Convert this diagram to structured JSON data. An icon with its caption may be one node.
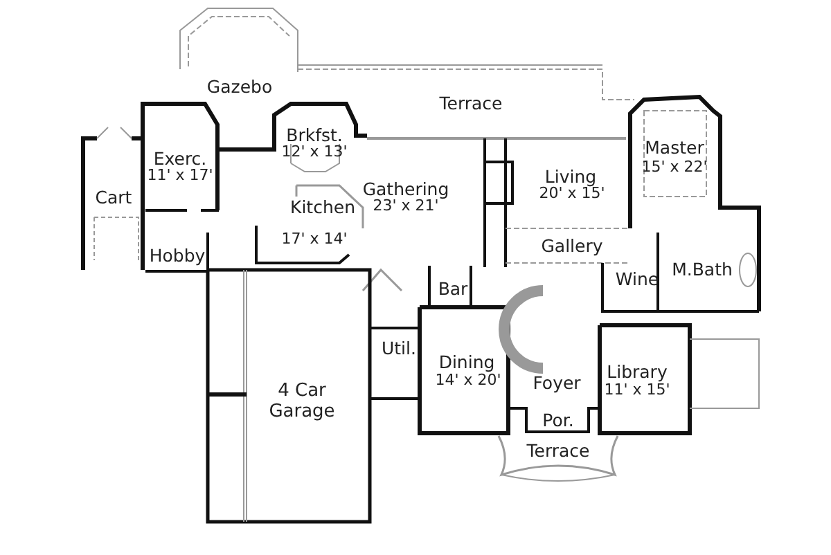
{
  "diagram": {
    "labels": [
      "Gazebo",
      "Terrace",
      "Master",
      "15' x 22'",
      "Brkfst.",
      "12' x 13'",
      "Exerc.",
      "11' x 17'",
      "Living",
      "20' x 15'",
      "Gathering",
      "23' x 21'",
      "Cart",
      "Kitchen",
      "17' x 14'",
      "Gallery",
      "Hobby",
      "M.Bath",
      "Wine",
      "Bar",
      "Util.",
      "Dining",
      "14' x 20'",
      "Library",
      "11' x 15'",
      "Foyer",
      "4 Car Garage",
      "Por.",
      "Terrace"
    ]
  }
}
